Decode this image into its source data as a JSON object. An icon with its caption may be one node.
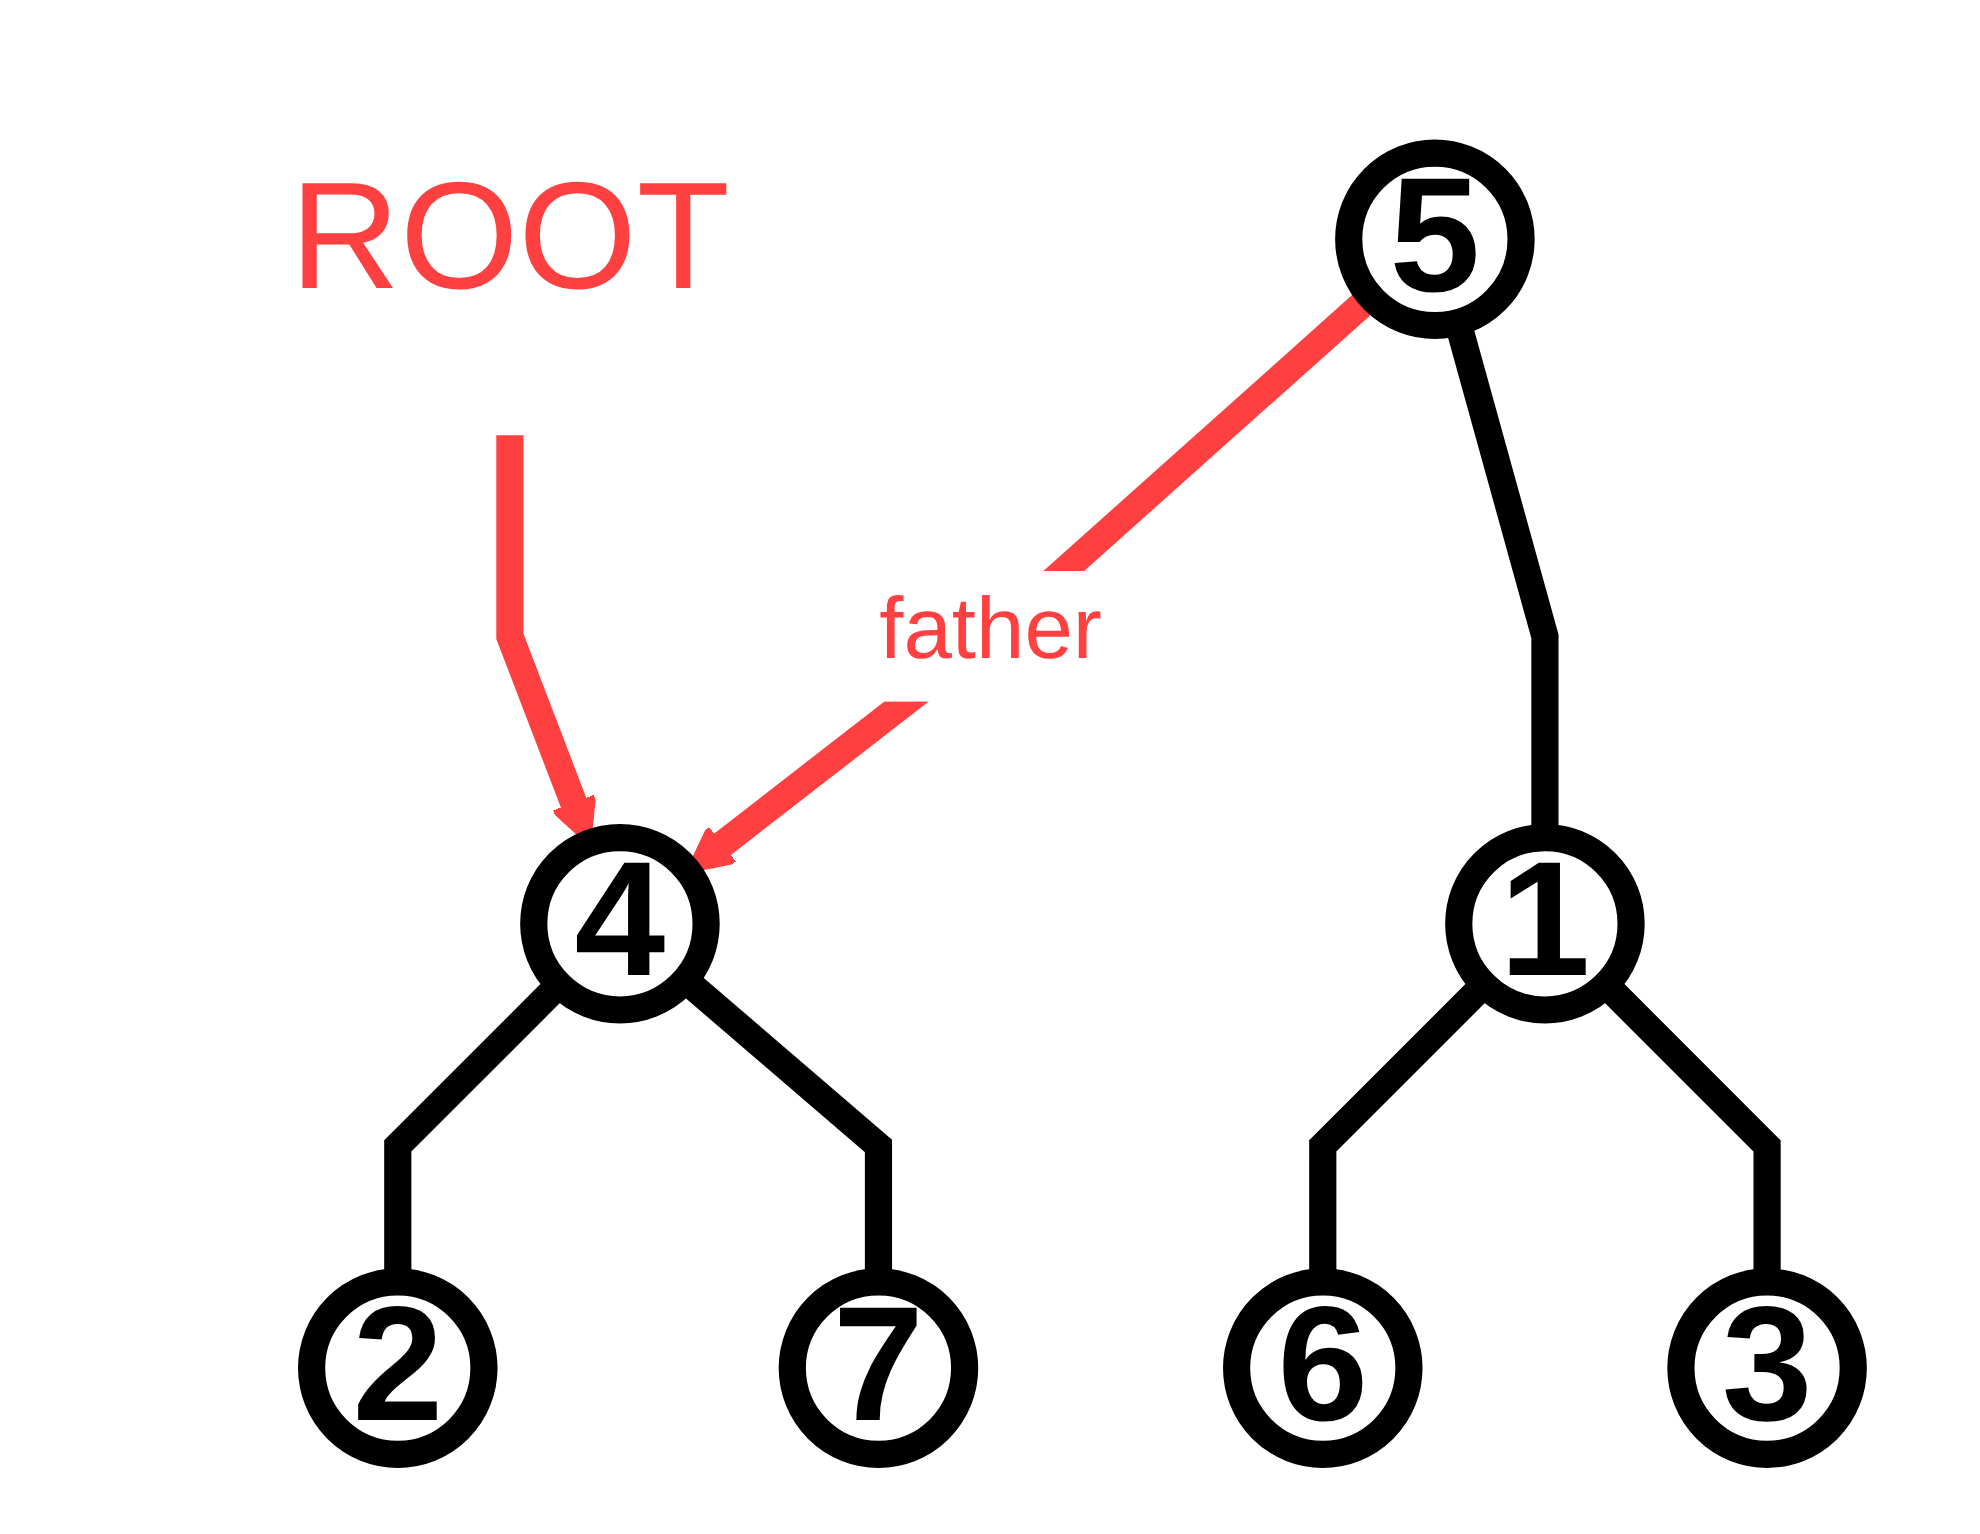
{
  "diagram": {
    "nodes": [
      {
        "text": [
          "ROOT"
        ]
      },
      {
        "text": [
          "4"
        ]
      },
      {
        "text": [
          "5"
        ]
      },
      {
        "text": [
          "2"
        ]
      },
      {
        "text": [
          "7"
        ]
      },
      {
        "text": [
          "1"
        ]
      },
      {
        "text": [
          "6"
        ]
      },
      {
        "text": [
          "3"
        ]
      }
    ],
    "edges": [
      {
        "from": 0,
        "to": 1,
        "arrow": "to",
        "color": "#ff4040"
      },
      {
        "from": 2,
        "to": 1,
        "arrow": "to",
        "label": "father",
        "color": "#ff4040"
      },
      {
        "from": 1,
        "to": 3,
        "arrow": "none"
      },
      {
        "from": 1,
        "to": 4,
        "arrow": "none"
      },
      {
        "from": 2,
        "to": 5,
        "arrow": "none"
      },
      {
        "from": 5,
        "to": 6,
        "arrow": "none"
      },
      {
        "from": 5,
        "to": 7,
        "arrow": "none"
      }
    ]
  }
}
